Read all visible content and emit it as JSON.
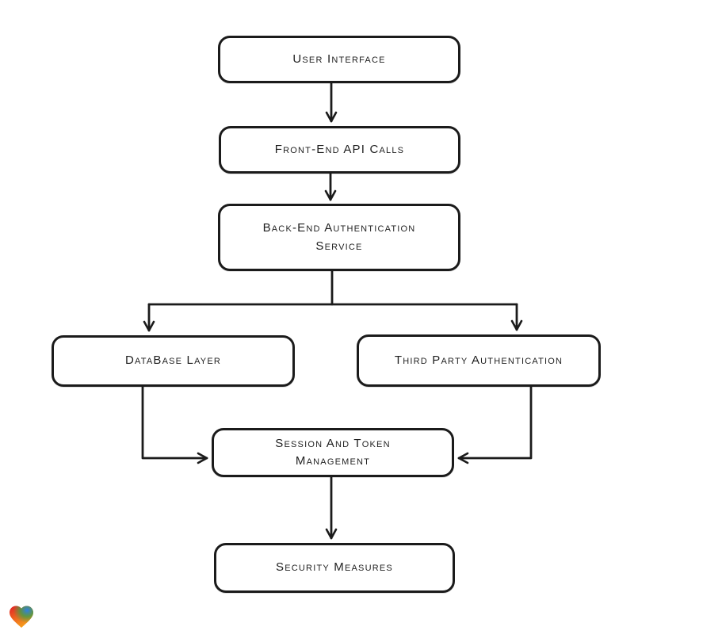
{
  "page": {
    "background_color": "#ffffff",
    "stroke_color": "#1b1b1b",
    "text_color": "#1f1f1f"
  },
  "diagram": {
    "type": "flowchart",
    "nodes": [
      {
        "id": "user-interface",
        "label": "User Interface"
      },
      {
        "id": "front-end-api-calls",
        "label": "Front-End API Calls"
      },
      {
        "id": "back-end-authentication-service",
        "label": "Back-End Authentication\nService"
      },
      {
        "id": "database-layer",
        "label": "DataBase Layer"
      },
      {
        "id": "third-party-authentication",
        "label": "Third Party Authentication"
      },
      {
        "id": "session-and-token-management",
        "label": "Session And Token\nManagement"
      },
      {
        "id": "security-measures",
        "label": "Security Measures"
      }
    ],
    "edges": [
      {
        "from": "user-interface",
        "to": "front-end-api-calls"
      },
      {
        "from": "front-end-api-calls",
        "to": "back-end-authentication-service"
      },
      {
        "from": "back-end-authentication-service",
        "to": "database-layer"
      },
      {
        "from": "back-end-authentication-service",
        "to": "third-party-authentication"
      },
      {
        "from": "database-layer",
        "to": "session-and-token-management"
      },
      {
        "from": "third-party-authentication",
        "to": "session-and-token-management"
      },
      {
        "from": "session-and-token-management",
        "to": "security-measures"
      }
    ]
  },
  "footer": {
    "logo": "gradient-heart-logo",
    "logo_colors": {
      "red": "#e31f26",
      "orange": "#f7a21b",
      "green": "#3f9f47",
      "blue": "#2f7fe8"
    }
  }
}
